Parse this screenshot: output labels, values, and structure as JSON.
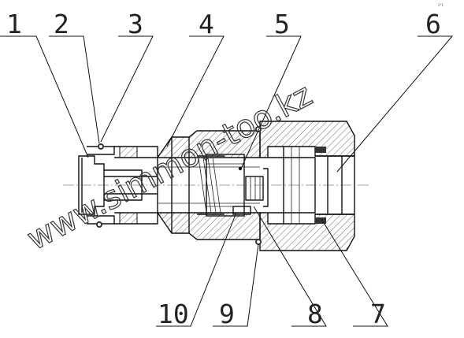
{
  "callouts": [
    {
      "id": "1",
      "label": "1"
    },
    {
      "id": "2",
      "label": "2"
    },
    {
      "id": "3",
      "label": "3"
    },
    {
      "id": "4",
      "label": "4"
    },
    {
      "id": "5",
      "label": "5"
    },
    {
      "id": "6",
      "label": "6"
    },
    {
      "id": "7",
      "label": "7"
    },
    {
      "id": "8",
      "label": "8"
    },
    {
      "id": "9",
      "label": "9"
    },
    {
      "id": "10",
      "label": "10"
    }
  ],
  "watermark": "www.simmon-too.kz",
  "corner_mark": "2*1"
}
